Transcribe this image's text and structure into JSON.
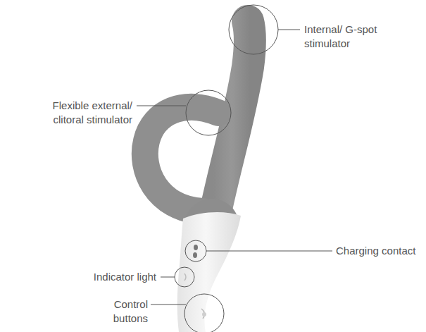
{
  "diagram": {
    "labels": [
      "Internal/ G-spot stimulator",
      "Flexible external/ clitoral stimulator",
      "Charging contact",
      "Indicator light",
      "Control buttons"
    ]
  }
}
